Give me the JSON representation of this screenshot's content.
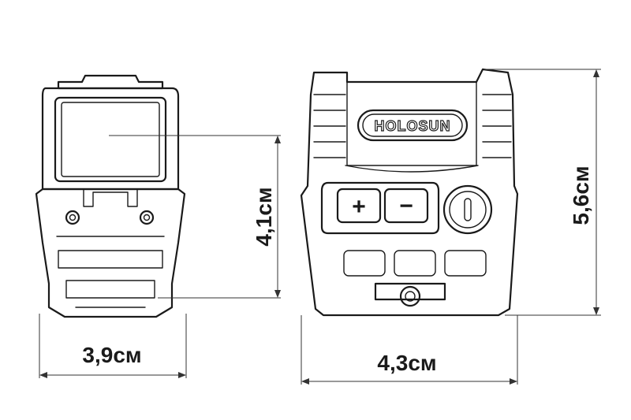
{
  "brand_logo": "HOLOSUN",
  "dimensions": {
    "left_width": "3,9см",
    "left_height": "4,1см",
    "right_width": "4,3см",
    "right_height": "5,6см"
  },
  "buttons": {
    "plus": "+",
    "minus": "−"
  },
  "colors": {
    "line": "#1a1a1a",
    "background": "#ffffff"
  }
}
